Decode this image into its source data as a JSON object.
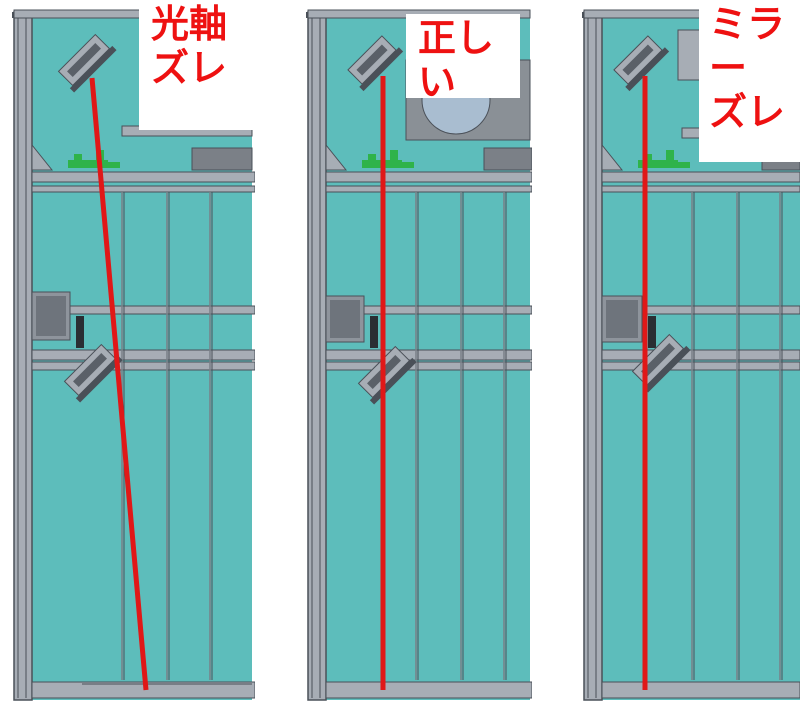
{
  "panels": [
    {
      "caption": "光軸\nズレ"
    },
    {
      "caption": "正し\nい"
    },
    {
      "caption": "ミラ\nー\nズレ"
    }
  ],
  "colors": {
    "background": "#ffffff",
    "panel_fill": "#5dbdbb",
    "frame": "#a7adb5",
    "frame_dark": "#4a5058",
    "beam": "#e01818",
    "label_text": "#ee1111",
    "board_green": "#2fb34a"
  }
}
